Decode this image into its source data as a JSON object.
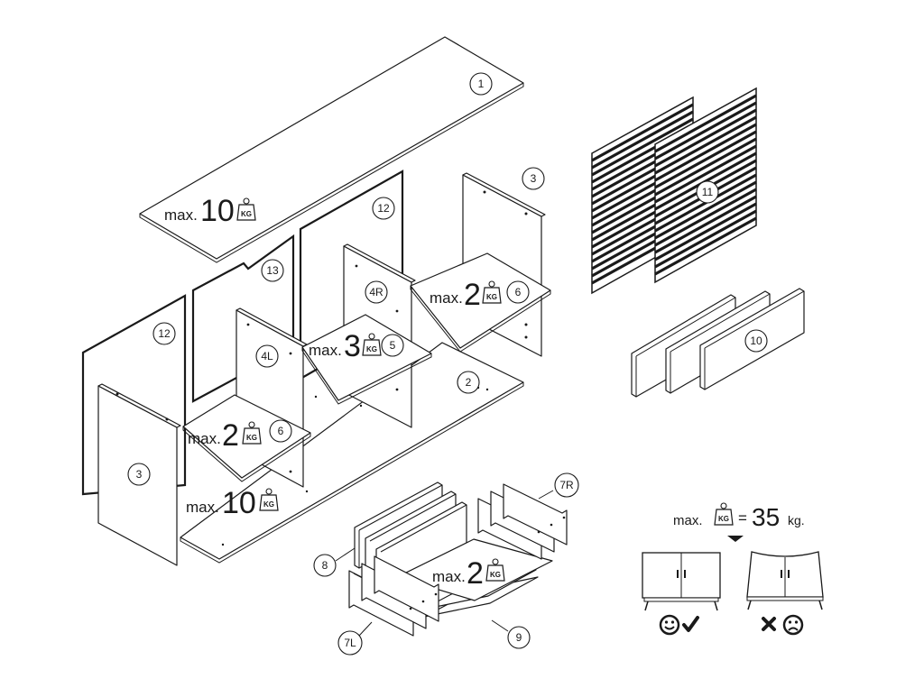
{
  "callouts": {
    "top": "1",
    "bottom": "2",
    "side_right": "3",
    "side_left": "3",
    "divider_left": "4L",
    "divider_right": "4R",
    "shelf_center": "5",
    "shelf_right": "6",
    "shelf_left": "6",
    "drawer_front": "7L",
    "drawer_side_right": "7R",
    "drawer_back": "8",
    "drawer_bottom": "9",
    "plinth": "10",
    "slatted_doors": "11",
    "back_panel_right": "12",
    "back_panel_left": "12",
    "back_panel_middle": "13"
  },
  "load_labels": {
    "max_prefix": "max.",
    "top_value": "10",
    "shelf_right_value": "2",
    "shelf_center_value": "3",
    "shelf_left_value": "2",
    "bottom_value": "10",
    "drawer_value": "2",
    "unit": "KG"
  },
  "total_load": {
    "prefix": "max.",
    "equals": "=",
    "value": "35",
    "unit": "kg."
  },
  "icons": {
    "weight": "weight-kg-icon",
    "ok": "smiley-check-icon",
    "bad": "cross-frown-icon"
  }
}
